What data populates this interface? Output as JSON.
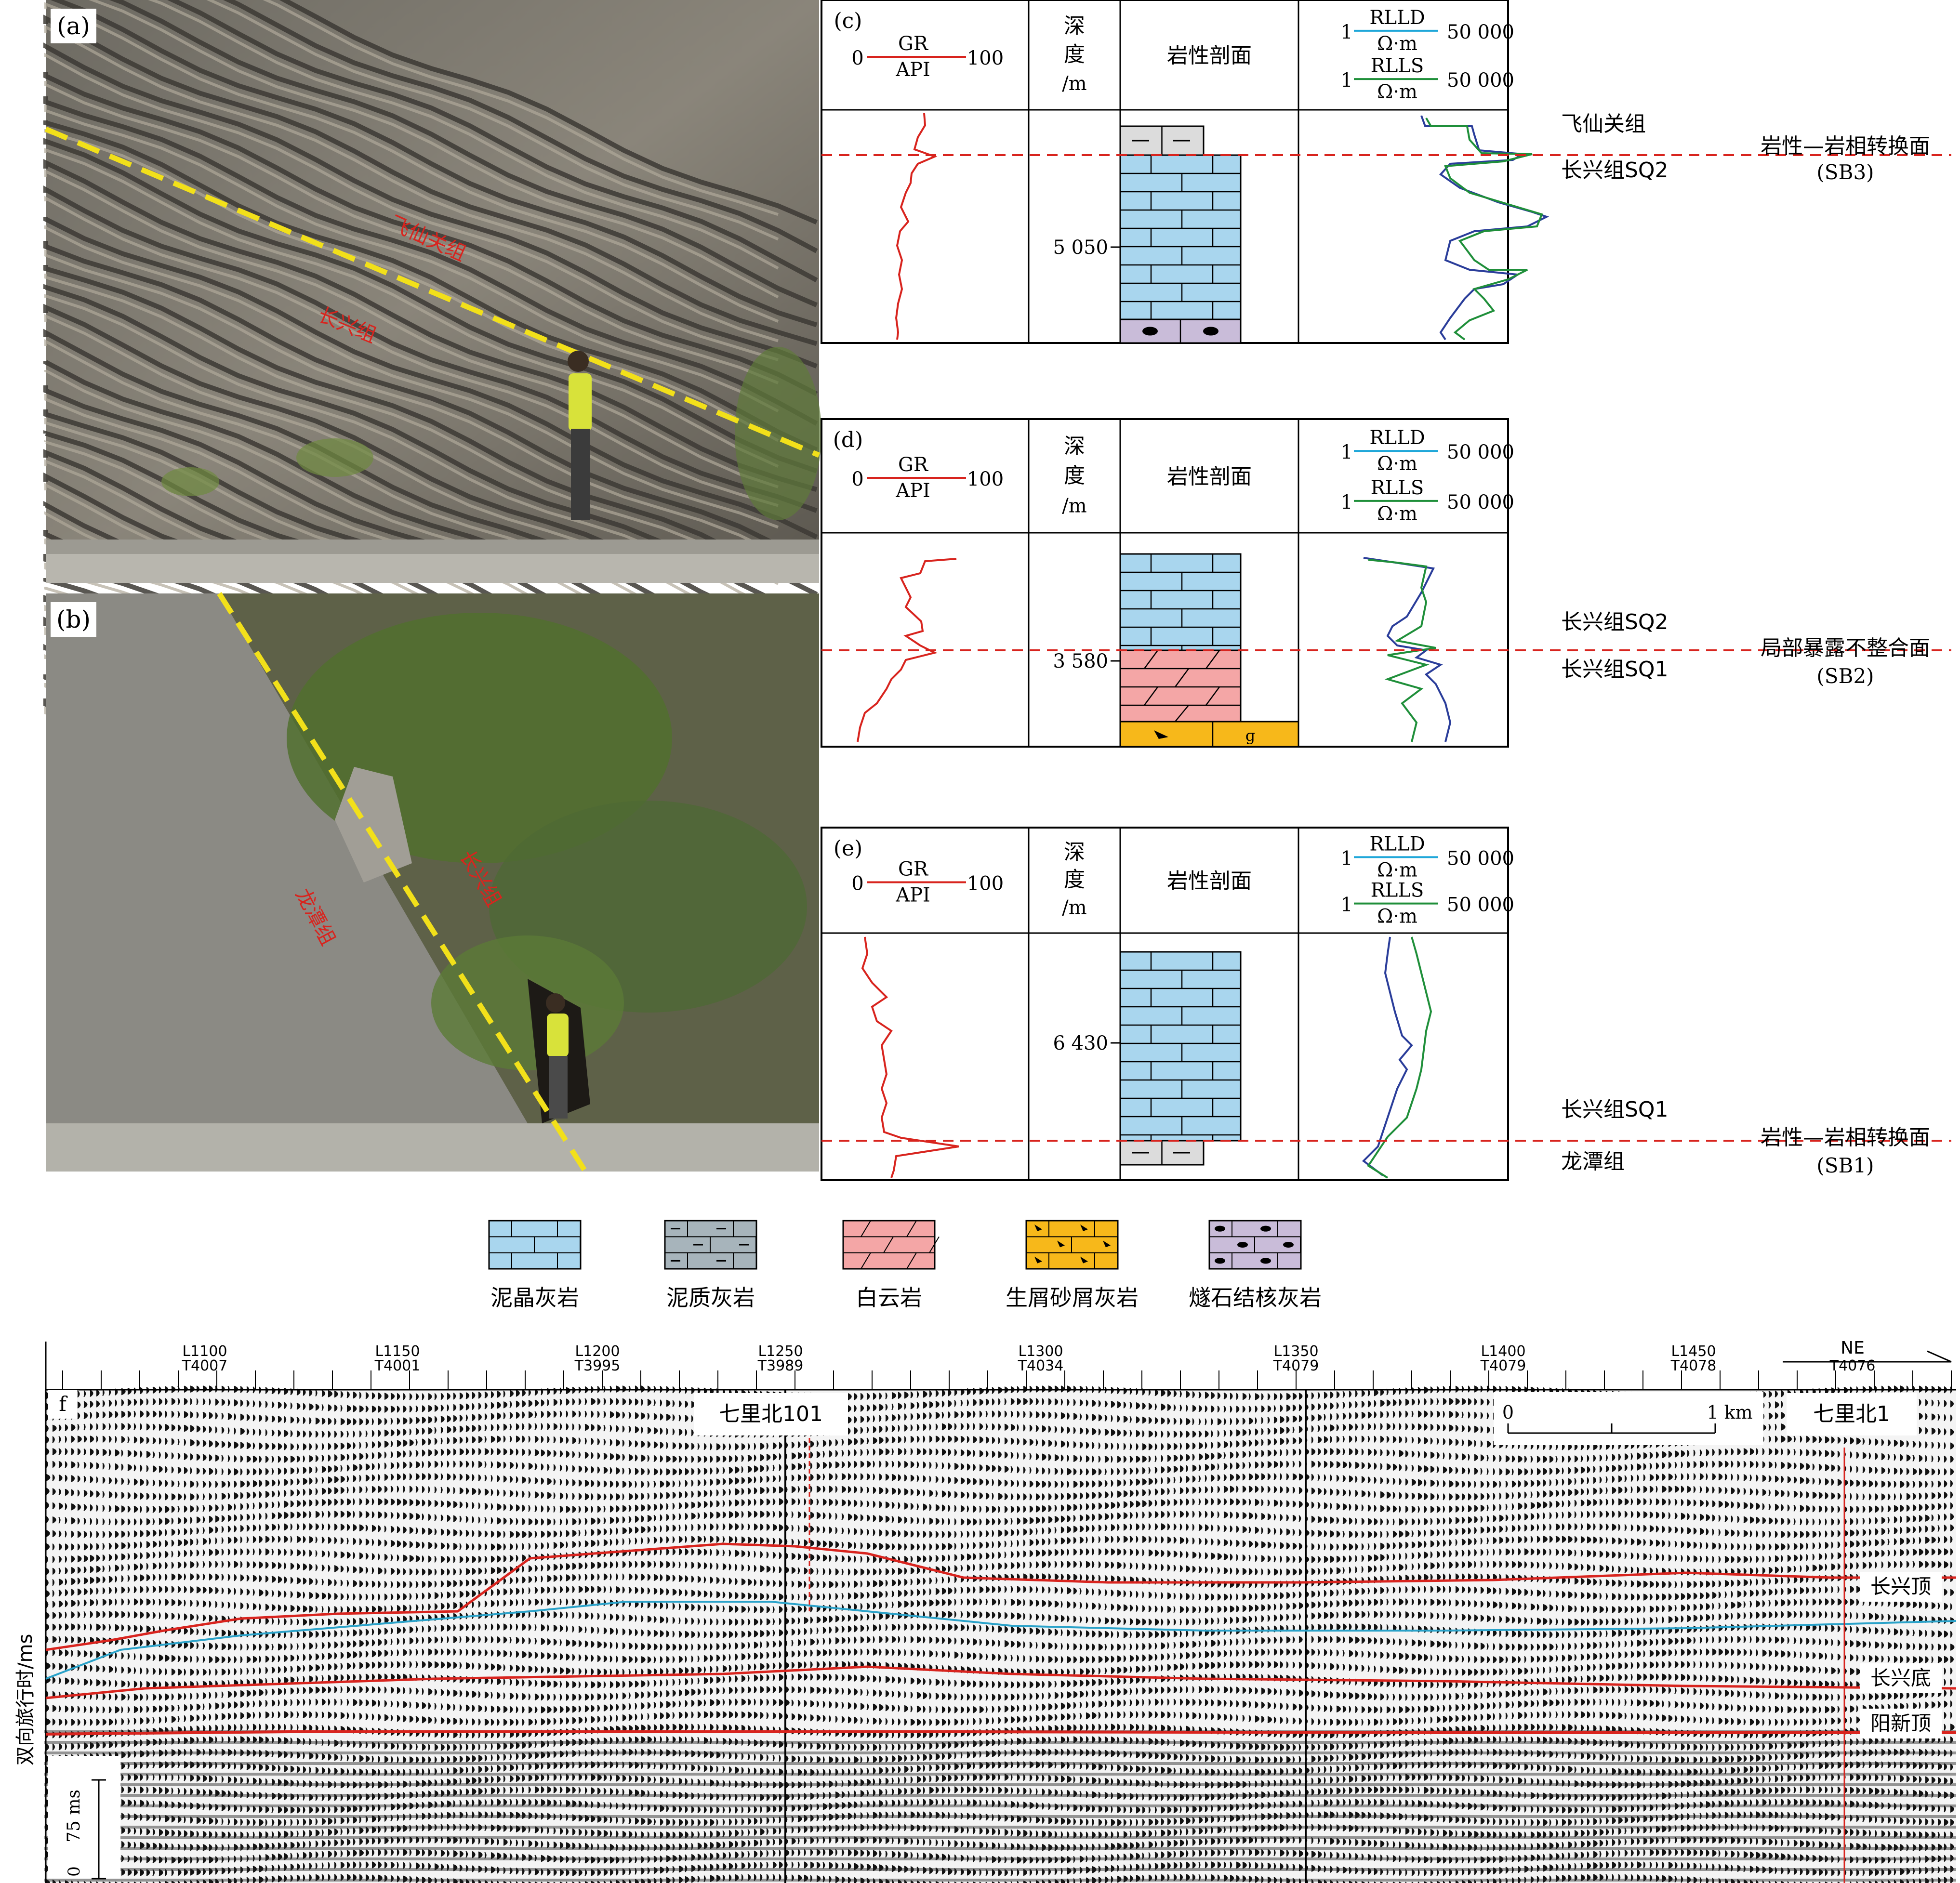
{
  "photos": {
    "a": {
      "label": "(a)",
      "upper_unit": "飞仙关组",
      "lower_unit": "长兴组"
    },
    "b": {
      "label": "(b)",
      "left_unit": "龙潭组",
      "right_unit": "长兴组"
    }
  },
  "logs": {
    "gr_label": "GR",
    "gr_unit": "API",
    "gr_min": "0",
    "gr_max": "100",
    "depth_header": [
      "深",
      "度",
      "/m"
    ],
    "lith_header": "岩性剖面",
    "rlld_label": "RLLD",
    "rlls_label": "RLLS",
    "res_unit": "Ω·m",
    "res_min": "1",
    "res_max": "50 000",
    "panels": [
      {
        "label": "(c)",
        "depth_tick": "5 050",
        "upper_unit": "飞仙关组",
        "lower_unit": "长兴组SQ2",
        "boundary": "岩性—岩相转换面",
        "boundary_code": "(SB3)"
      },
      {
        "label": "(d)",
        "depth_tick": "3 580",
        "upper_unit": "长兴组SQ2",
        "lower_unit": "长兴组SQ1",
        "boundary": "局部暴露不整合面",
        "boundary_code": "(SB2)"
      },
      {
        "label": "(e)",
        "depth_tick": "6 430",
        "upper_unit": "长兴组SQ1",
        "lower_unit": "龙潭组",
        "boundary": "岩性—岩相转换面",
        "boundary_code": "(SB1)"
      }
    ]
  },
  "legend": [
    {
      "label": "泥晶灰岩",
      "color": "#a9d6ee"
    },
    {
      "label": "泥质灰岩",
      "color": "#a7b4bb"
    },
    {
      "label": "白云岩",
      "color": "#f4a6a6"
    },
    {
      "label": "生屑砂屑灰岩",
      "color": "#f7b81a"
    },
    {
      "label": "燧石结核灰岩",
      "color": "#c9bcd9"
    }
  ],
  "seismic": {
    "label": "f",
    "ylabel": "双向旅行时/ms",
    "traces": [
      {
        "line": "L1100",
        "trace": "T4007"
      },
      {
        "line": "L1150",
        "trace": "T4001"
      },
      {
        "line": "L1200",
        "trace": "T3995"
      },
      {
        "line": "L1250",
        "trace": "T3989"
      },
      {
        "line": "L1300",
        "trace": "T4034"
      },
      {
        "line": "L1350",
        "trace": "T4079"
      },
      {
        "line": "L1400",
        "trace": "T4079"
      },
      {
        "line": "L1450",
        "trace": "T4078"
      },
      {
        "line": "",
        "trace": "T4076"
      }
    ],
    "direction": "NE",
    "well_1": "七里北101",
    "well_2": "七里北1",
    "scale_min": "0",
    "scale_max": "1 km",
    "horizon_top": "长兴顶",
    "horizon_base": "长兴底",
    "horizon_yangxin": "阳新顶",
    "time_scale": "75 ms",
    "time_zero": "0"
  }
}
